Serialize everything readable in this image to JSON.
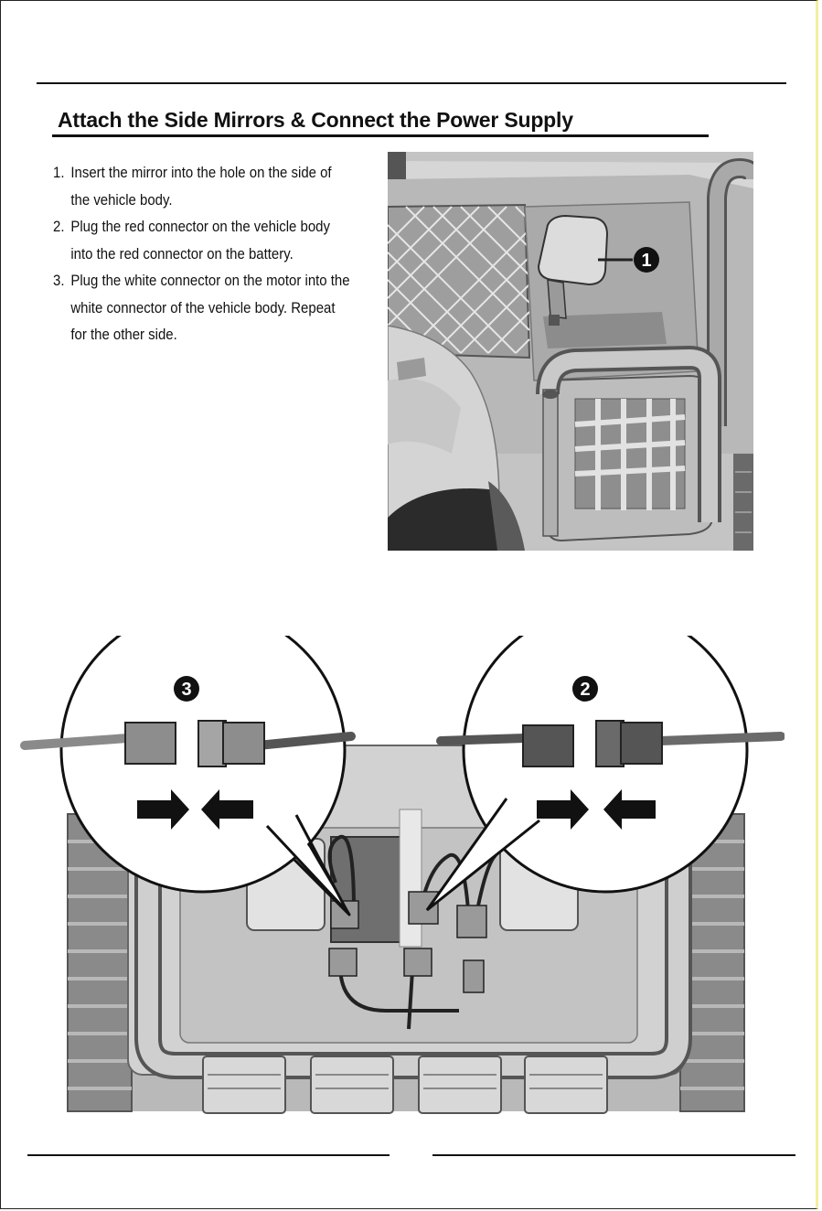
{
  "title": "Attach the Side Mirrors & Connect the Power Supply",
  "steps": [
    {
      "number": "1.",
      "text": "Insert the mirror into the hole on the side of the vehicle body."
    },
    {
      "number": "2.",
      "text": "Plug the red connector on the vehicle body into the red connector on the battery."
    },
    {
      "number": "3.",
      "text": "Plug the white connector on the motor into the white connector of the vehicle body. Repeat for the other side."
    }
  ],
  "callouts": {
    "mirror": "1",
    "right_connector": "2",
    "left_connector": "3"
  }
}
